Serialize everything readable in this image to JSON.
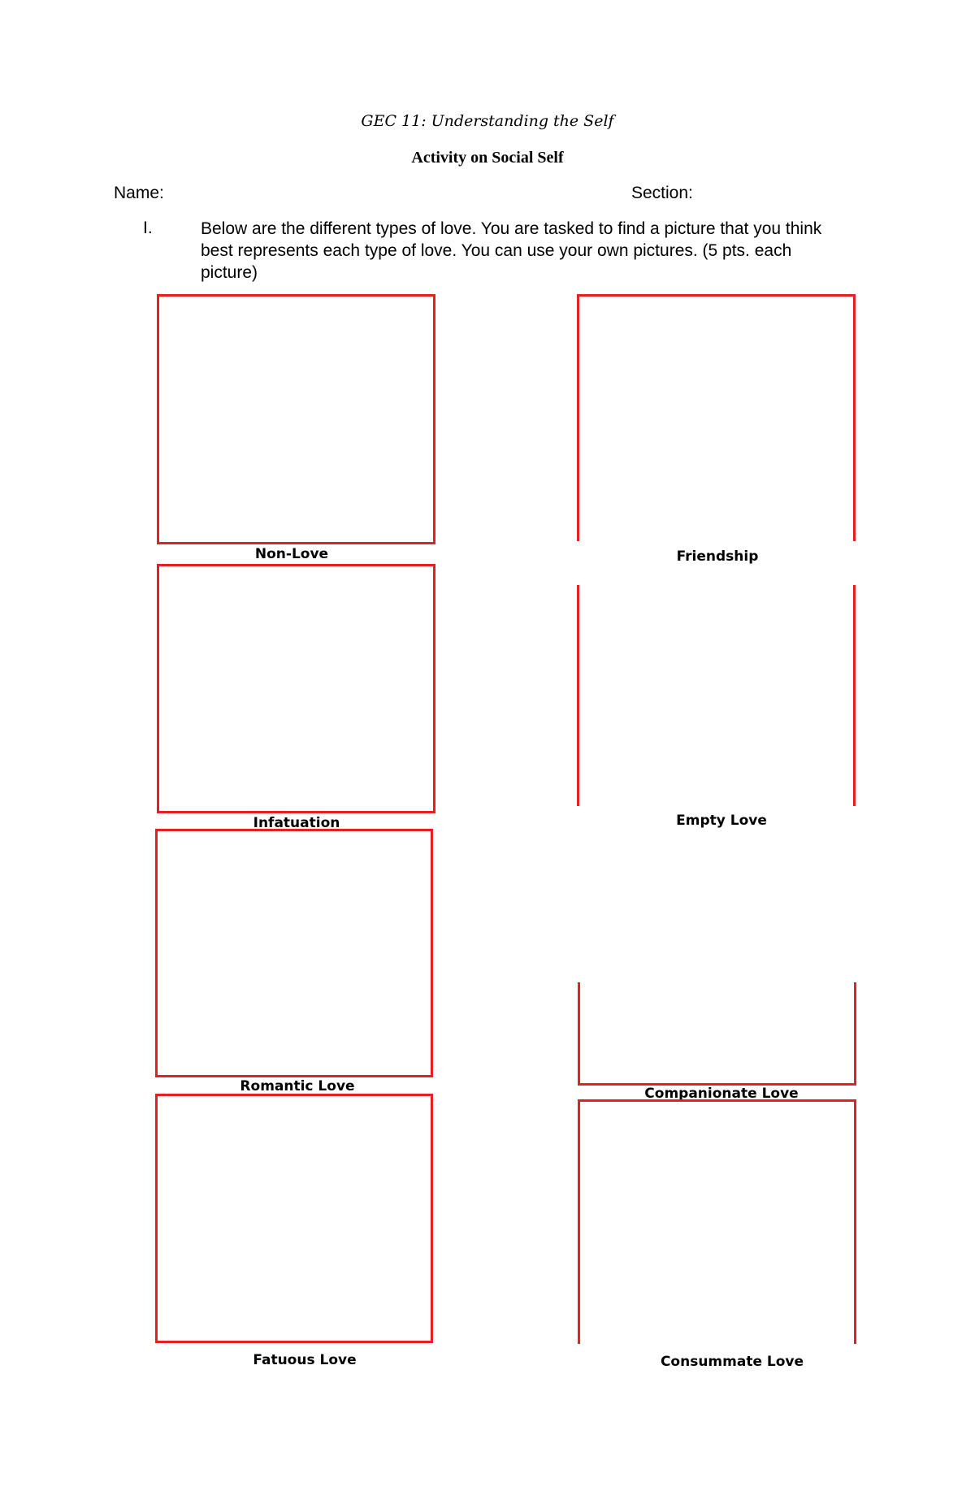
{
  "header": {
    "course_title": "GEC 11: Understanding the Self",
    "activity_title": "Activity on Social Self"
  },
  "fields": {
    "name_label": "Name:",
    "section_label": "Section:"
  },
  "instructions": {
    "number": "I.",
    "text": "Below are the different types of love. You are tasked to find a picture that you think best represents each type of love. You can use your own pictures. (5 pts. each picture)"
  },
  "colors": {
    "frame_border": "#e62020"
  },
  "pictures": [
    {
      "label": "Non-Love"
    },
    {
      "label": "Friendship"
    },
    {
      "label": "Infatuation"
    },
    {
      "label": "Empty Love"
    },
    {
      "label": "Romantic Love"
    },
    {
      "label": "Companionate Love"
    },
    {
      "label": "Fatuous Love"
    },
    {
      "label": "Consummate Love"
    }
  ]
}
